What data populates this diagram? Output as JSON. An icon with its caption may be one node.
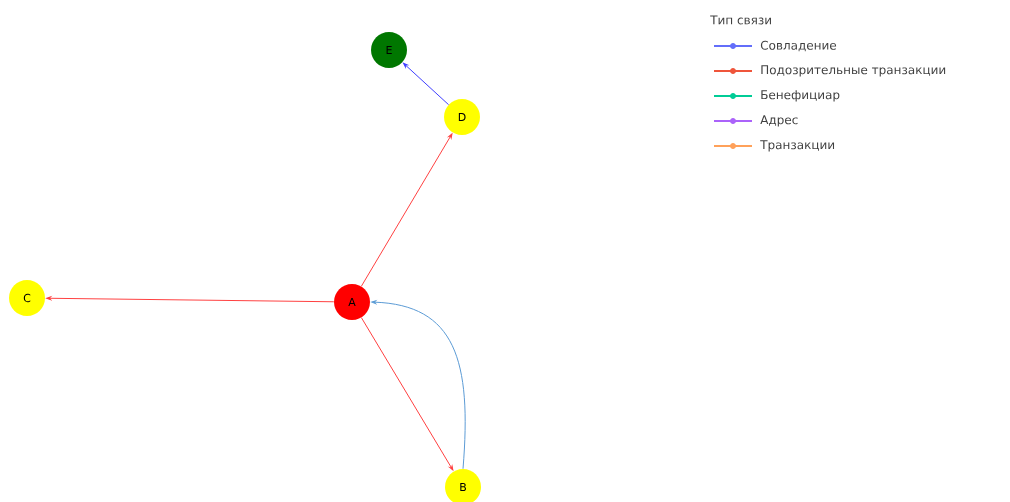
{
  "diagram": {
    "nodes": [
      {
        "text": [
          "A"
        ]
      },
      {
        "text": [
          "B"
        ]
      },
      {
        "text": [
          "C"
        ]
      },
      {
        "text": [
          "D"
        ]
      },
      {
        "text": [
          "E"
        ]
      }
    ],
    "edges": [
      {
        "from": 0,
        "to": 3,
        "arrow": "to"
      },
      {
        "from": 0,
        "to": 2,
        "arrow": "to"
      },
      {
        "from": 0,
        "to": 1,
        "arrow": "to"
      },
      {
        "from": 3,
        "to": 4,
        "arrow": "to",
        "color": "#3f3fff"
      },
      {
        "from": 1,
        "to": 0,
        "arrow": "to",
        "color": "#5b9bd5"
      }
    ],
    "labels": [
      "Тип связи"
    ],
    "legend": [
      {
        "text": "Совладение"
      },
      {
        "text": "Подозрительные транзакции"
      },
      {
        "text": "Бенефициар"
      },
      {
        "text": "Адрес"
      },
      {
        "text": "Транзакции"
      }
    ]
  }
}
